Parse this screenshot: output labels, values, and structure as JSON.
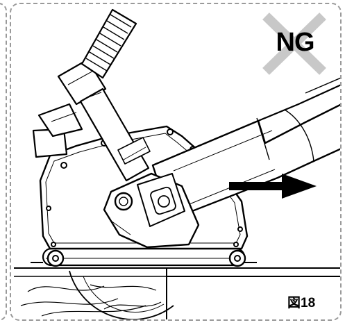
{
  "ng_mark": {
    "label": "NG",
    "cross_color": "#c8c8c8",
    "cross_icon": "x-mark"
  },
  "figure": {
    "label": "図18"
  },
  "direction": {
    "arrow_icon": "arrow-right"
  },
  "colors": {
    "frame": "#9a9a9a",
    "ink": "#000000",
    "fill": "#ffffff"
  }
}
